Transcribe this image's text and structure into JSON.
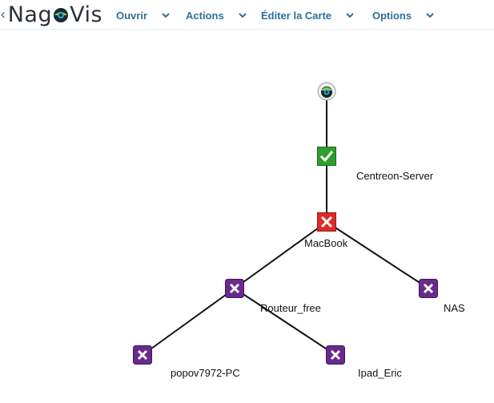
{
  "app": {
    "logo_left": "Nag",
    "logo_right": "Vis"
  },
  "menu": [
    {
      "label": "Ouvrir"
    },
    {
      "label": "Actions"
    },
    {
      "label": "Éditer la Carte"
    },
    {
      "label": "Options"
    }
  ],
  "map": {
    "nodes": [
      {
        "id": "root",
        "label": "",
        "status": "nagios-logo"
      },
      {
        "id": "centreon",
        "label": "Centreon-Server",
        "status": "ok"
      },
      {
        "id": "macbook",
        "label": "MacBook",
        "status": "down"
      },
      {
        "id": "routeur",
        "label": "Routeur_free",
        "status": "unreachable"
      },
      {
        "id": "nas",
        "label": "NAS",
        "status": "unreachable"
      },
      {
        "id": "popov",
        "label": "popov7972-PC",
        "status": "unreachable"
      },
      {
        "id": "ipad",
        "label": "Ipad_Eric",
        "status": "unreachable"
      }
    ]
  },
  "colors": {
    "ok": "#2e9e2e",
    "down": "#e02a2a",
    "unreachable": "#6a2a8c",
    "menu": "#2f6f9a"
  }
}
